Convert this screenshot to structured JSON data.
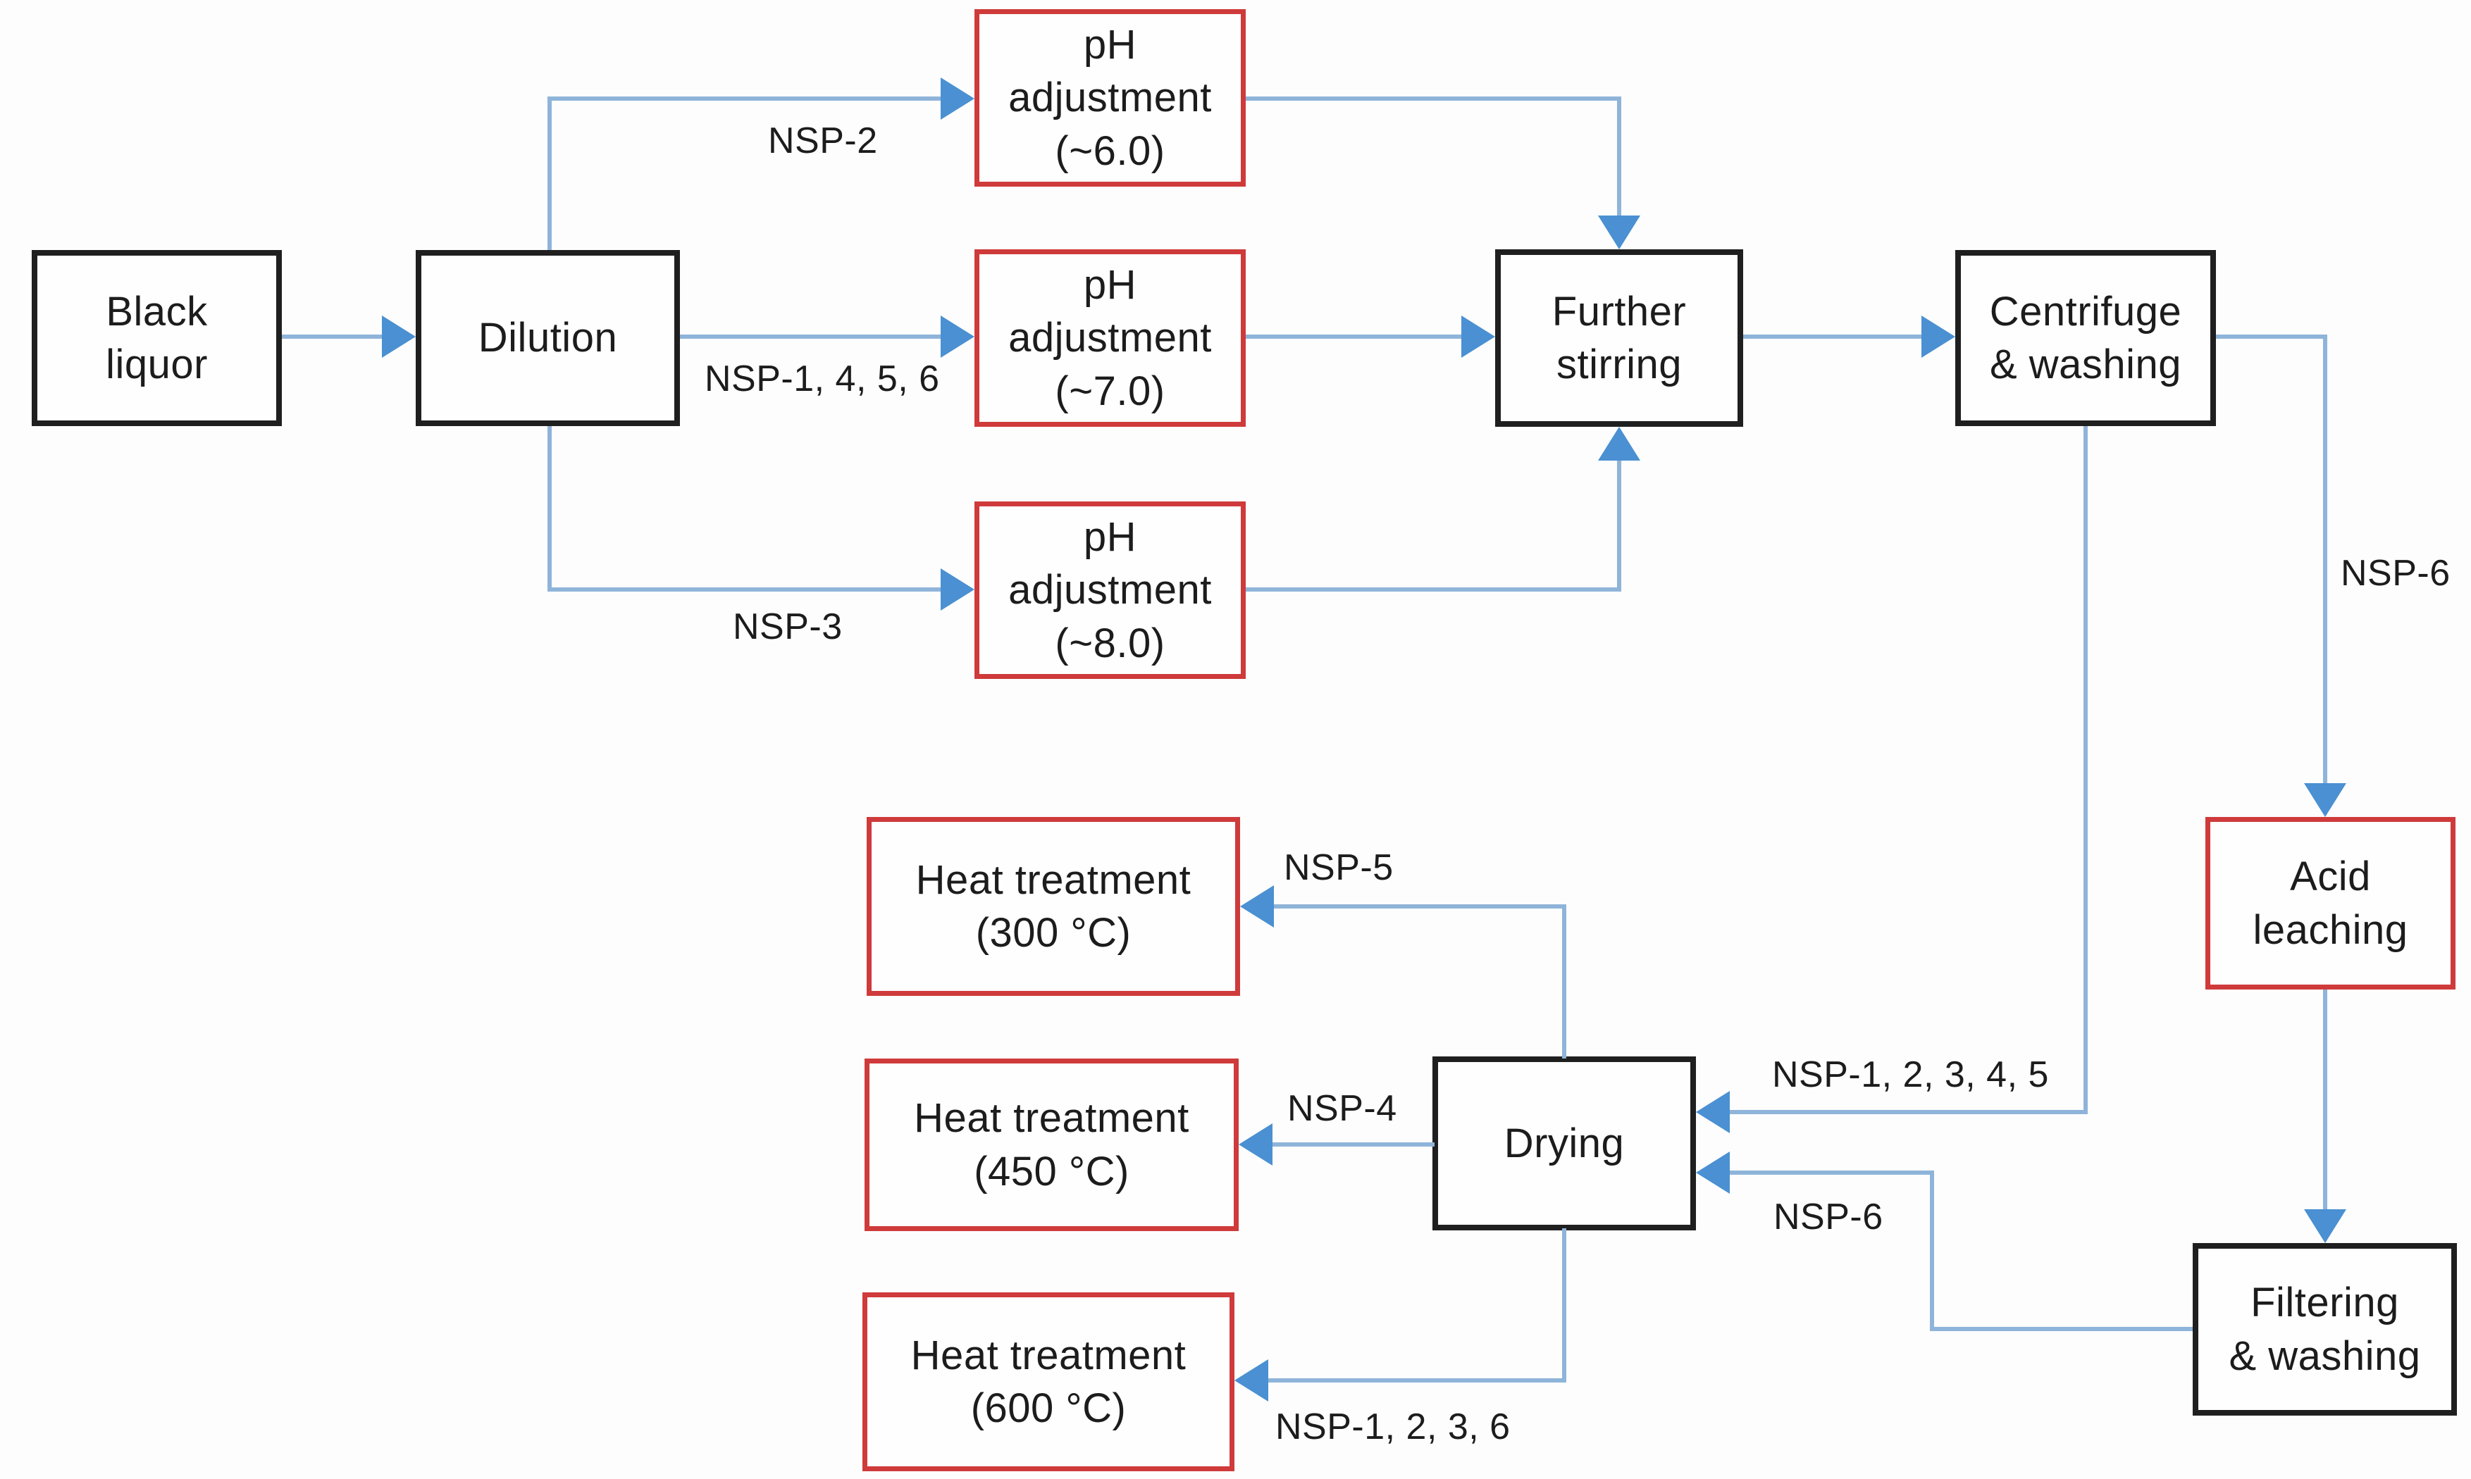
{
  "diagram": {
    "type": "flowchart",
    "description": "Black liquor processing flowchart for NSP samples",
    "colors": {
      "background": "#fdfdfd",
      "line": "#8fb4d9",
      "arrow_head": "#4a90d2",
      "border_black": "#1f1f1f",
      "border_red": "#cf3a3a",
      "text": "#1c1c1c"
    },
    "nodes": {
      "black_liquor": {
        "label": "Black liquor",
        "lines": [
          "Black",
          "liquor"
        ],
        "border": "black"
      },
      "dilution": {
        "label": "Dilution",
        "lines": [
          "Dilution"
        ],
        "border": "black"
      },
      "ph_6": {
        "label": "pH adjustment (~6.0)",
        "lines": [
          "pH",
          "adjustment",
          "(~6.0)"
        ],
        "border": "red"
      },
      "ph_7": {
        "label": "pH adjustment (~7.0)",
        "lines": [
          "pH",
          "adjustment",
          "(~7.0)"
        ],
        "border": "red"
      },
      "ph_8": {
        "label": "pH adjustment (~8.0)",
        "lines": [
          "pH",
          "adjustment",
          "(~8.0)"
        ],
        "border": "red"
      },
      "further_stirring": {
        "label": "Further stirring",
        "lines": [
          "Further",
          "stirring"
        ],
        "border": "black"
      },
      "centrifuge_washing": {
        "label": "Centrifuge & washing",
        "lines": [
          "Centrifuge",
          "& washing"
        ],
        "border": "black"
      },
      "acid_leaching": {
        "label": "Acid leaching",
        "lines": [
          "Acid",
          "leaching"
        ],
        "border": "red"
      },
      "heat_300": {
        "label": "Heat treatment (300 °C)",
        "lines": [
          "Heat treatment",
          "(300 °C)"
        ],
        "border": "red"
      },
      "heat_450": {
        "label": "Heat treatment (450 °C)",
        "lines": [
          "Heat treatment",
          "(450 °C)"
        ],
        "border": "red"
      },
      "heat_600": {
        "label": "Heat treatment (600 °C)",
        "lines": [
          "Heat treatment",
          "(600 °C)"
        ],
        "border": "red"
      },
      "drying": {
        "label": "Drying",
        "lines": [
          "Drying"
        ],
        "border": "black"
      },
      "filtering_washing": {
        "label": "Filtering & washing",
        "lines": [
          "Filtering",
          "& washing"
        ],
        "border": "black"
      }
    },
    "edge_labels": {
      "nsp2": "NSP-2",
      "nsp1_4_5_6": "NSP-1, 4, 5, 6",
      "nsp3": "NSP-3",
      "nsp6_to_acid": "NSP-6",
      "nsp1_2_3_4_5": "NSP-1, 2, 3, 4, 5",
      "nsp6_to_drying": "NSP-6",
      "nsp5": "NSP-5",
      "nsp4": "NSP-4",
      "nsp1_2_3_6": "NSP-1, 2, 3, 6"
    }
  }
}
